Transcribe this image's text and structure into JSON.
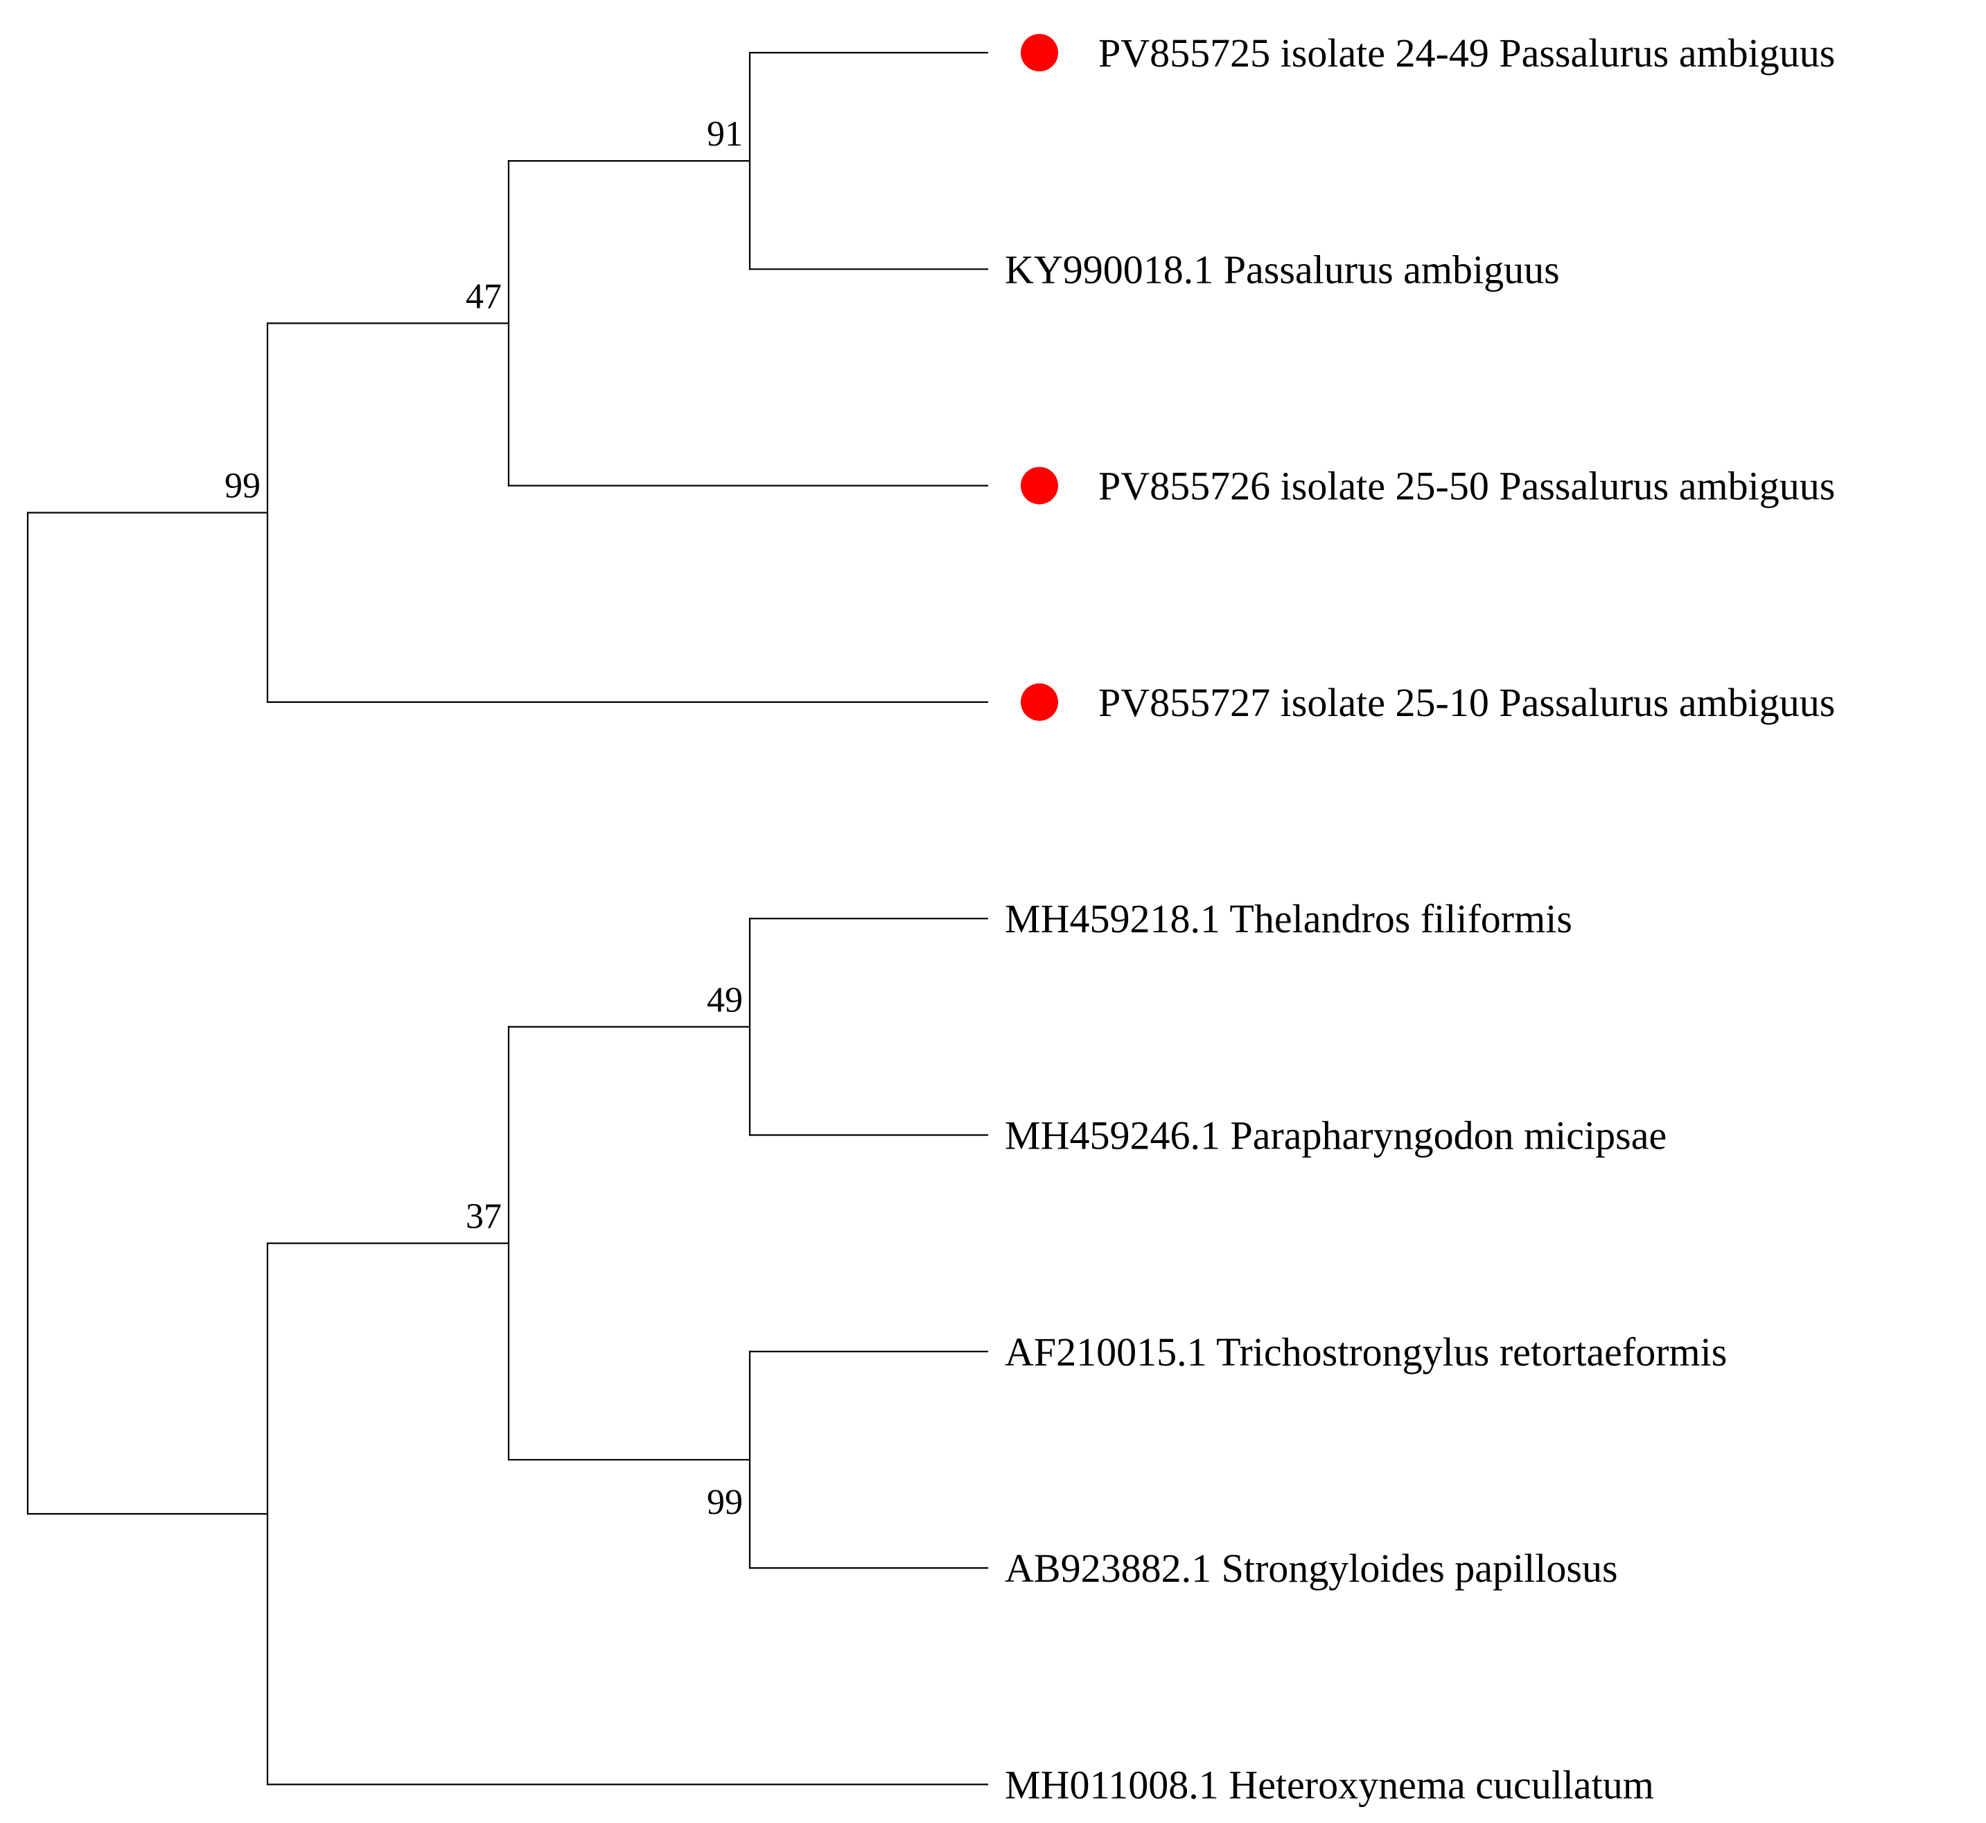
{
  "tree": {
    "marker_color": "#ff0000",
    "taxa": [
      {
        "id": "t1",
        "label": "PV855725 isolate 24-49 Passalurus ambiguus",
        "marked": true
      },
      {
        "id": "t2",
        "label": "KY990018.1 Passalurus ambiguus",
        "marked": false
      },
      {
        "id": "t3",
        "label": "PV855726 isolate 25-50 Passalurus ambiguus",
        "marked": true
      },
      {
        "id": "t4",
        "label": "PV855727 isolate 25-10 Passalurus ambiguus",
        "marked": true
      },
      {
        "id": "t5",
        "label": "MH459218.1 Thelandros filiformis",
        "marked": false
      },
      {
        "id": "t6",
        "label": "MH459246.1 Parapharyngodon micipsae",
        "marked": false
      },
      {
        "id": "t7",
        "label": "AF210015.1 Trichostrongylus retortaeformis",
        "marked": false
      },
      {
        "id": "t8",
        "label": "AB923882.1 Strongyloides papillosus",
        "marked": false
      },
      {
        "id": "t9",
        "label": "MH011008.1 Heteroxynema cucullatum",
        "marked": false
      }
    ],
    "nodes": [
      {
        "id": "n91",
        "children": [
          "t1",
          "t2"
        ],
        "support": "91"
      },
      {
        "id": "n47",
        "children": [
          "n91",
          "t3"
        ],
        "support": "47"
      },
      {
        "id": "n99a",
        "children": [
          "n47",
          "t4"
        ],
        "support": "99"
      },
      {
        "id": "n49",
        "children": [
          "t5",
          "t6"
        ],
        "support": "49"
      },
      {
        "id": "n99b",
        "children": [
          "t7",
          "t8"
        ],
        "support": "99"
      },
      {
        "id": "n37",
        "children": [
          "n49",
          "n99b"
        ],
        "support": "37"
      },
      {
        "id": "nlow",
        "children": [
          "n37",
          "t9"
        ],
        "support": ""
      },
      {
        "id": "root",
        "children": [
          "n99a",
          "nlow"
        ],
        "support": ""
      }
    ]
  }
}
